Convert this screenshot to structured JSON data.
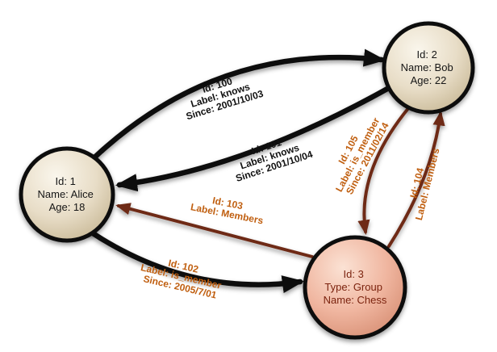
{
  "graph": {
    "nodes": {
      "alice": {
        "lines": [
          "Id: 1",
          "Name: Alice",
          "Age: 18"
        ]
      },
      "bob": {
        "lines": [
          "Id: 2",
          "Name: Bob",
          "Age: 22"
        ]
      },
      "chess": {
        "lines": [
          "Id: 3",
          "Type: Group",
          "Name: Chess"
        ]
      }
    },
    "edges": {
      "e100": {
        "source": "alice",
        "target": "bob",
        "lines": [
          "Id: 100",
          "Label: knows",
          "Since: 2001/10/03"
        ]
      },
      "e101": {
        "source": "bob",
        "target": "alice",
        "lines": [
          "Id: 101",
          "Label: knows",
          "Since: 2001/10/04"
        ]
      },
      "e102": {
        "source": "alice",
        "target": "chess",
        "lines": [
          "Id: 102",
          "Label: is_member",
          "Since: 2005/7/01"
        ]
      },
      "e103": {
        "source": "chess",
        "target": "alice",
        "lines": [
          "Id: 103",
          "Label: Members"
        ]
      },
      "e104": {
        "source": "chess",
        "target": "bob",
        "lines": [
          "Id: 104",
          "Label: Members"
        ]
      },
      "e105": {
        "source": "bob",
        "target": "chess",
        "lines": [
          "Id: 105",
          "Label: is_member",
          "Since: 2011/02/14"
        ]
      }
    },
    "colors": {
      "edge_black": "#0d0d0d",
      "edge_maroon": "#6e2a15",
      "label_black": "#111111",
      "label_orange": "#c05f10",
      "node_text_dark": "#151515",
      "node_text_red": "#7b2410"
    }
  }
}
